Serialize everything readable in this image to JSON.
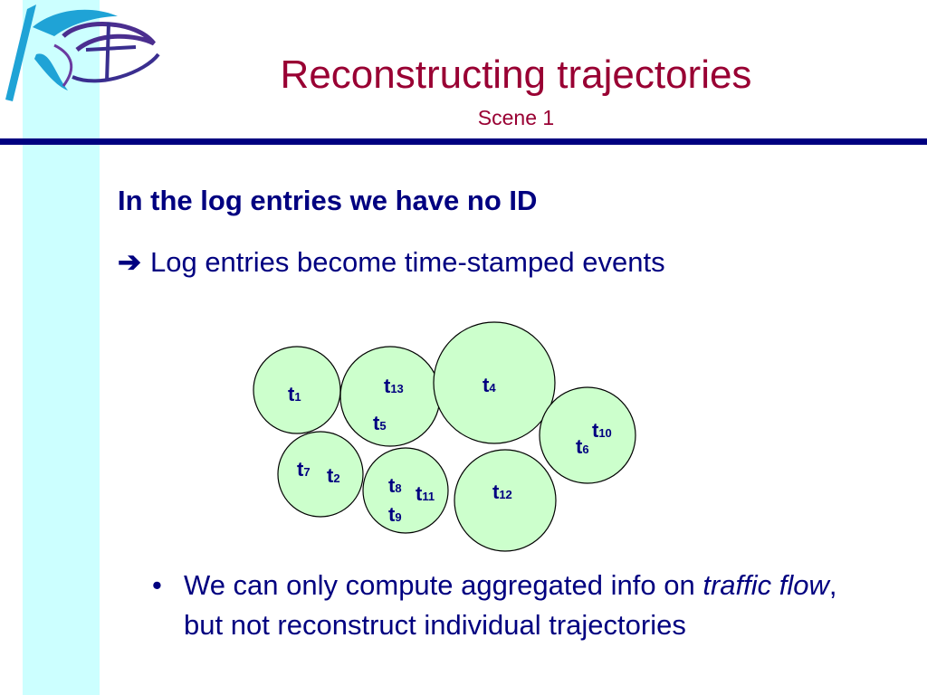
{
  "slide": {
    "title": "Reconstructing trajectories",
    "subtitle": "Scene 1",
    "heading": "In the log entries we have no ID",
    "arrow_text": "Log entries become time-stamped events",
    "bullet": {
      "marker": "•",
      "part1": "We can only compute aggregated info on",
      "emphasis": "traffic flow",
      "part2": ", but not reconstruct individual trajectories"
    }
  },
  "diagram": {
    "labels": [
      {
        "base": "t",
        "sub": "1"
      },
      {
        "base": "t",
        "sub": "13"
      },
      {
        "base": "t",
        "sub": "5"
      },
      {
        "base": "t",
        "sub": "4"
      },
      {
        "base": "t",
        "sub": "10"
      },
      {
        "base": "t",
        "sub": "6"
      },
      {
        "base": "t",
        "sub": "7"
      },
      {
        "base": "t",
        "sub": "2"
      },
      {
        "base": "t",
        "sub": "8"
      },
      {
        "base": "t",
        "sub": "11"
      },
      {
        "base": "t",
        "sub": "9"
      },
      {
        "base": "t",
        "sub": "12"
      }
    ]
  },
  "colors": {
    "title": "#990033",
    "text": "#000080",
    "rule": "#000080",
    "band": "#ccffff",
    "circle_fill": "#ccffcc",
    "circle_stroke": "#000000"
  },
  "icons": {
    "logo": "kdd-logo",
    "arrow": "right-arrow-icon"
  }
}
